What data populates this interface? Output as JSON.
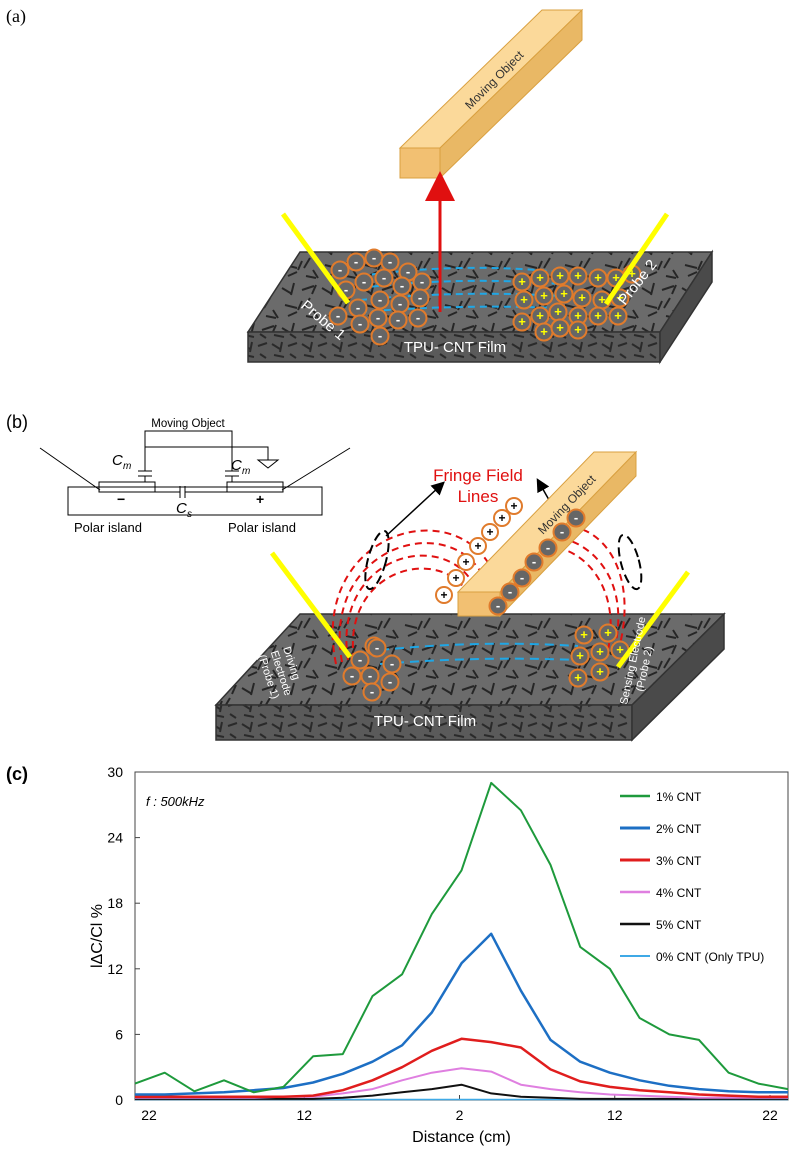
{
  "panel_a": {
    "label": "(a)",
    "moving_object": "Moving Object",
    "probe1": "Probe 1",
    "probe2": "Probe 2",
    "film": "TPU- CNT Film"
  },
  "panel_b": {
    "label": "(b)",
    "circuit": {
      "moving_object": "Moving Object",
      "cm_left": "C",
      "cm_sub": "m",
      "cm_right": "C",
      "cs": "C",
      "cs_sub": "s",
      "minus": "−",
      "plus": "+",
      "polar_left": "Polar island",
      "polar_right": "Polar island"
    },
    "fringe_line1": "Fringe Field",
    "fringe_line2": "Lines",
    "moving_object": "Moving Object",
    "driving_electrode": [
      "Driving",
      "Electrode",
      "(Probe 1)"
    ],
    "sensing_electrode": [
      "Sensing Electrode",
      "(Probe 2)"
    ],
    "film": "TPU- CNT Film"
  },
  "panel_c": {
    "label": "(c)",
    "annotation": "f : 500kHz"
  },
  "colors": {
    "film": "#5c5c5c",
    "object": "#f5c77e",
    "probe": "#ffff00",
    "fringe": "#e01010",
    "field_dash": "#1fa7e6",
    "charge_ring": "#e07b2c"
  },
  "chart_data": {
    "type": "line",
    "xlabel": "Distance (cm)",
    "ylabel": "lΔC/Cl %",
    "ylim": [
      0,
      30
    ],
    "yticks": [
      0,
      6,
      12,
      18,
      24,
      30
    ],
    "xticks": [
      "22",
      "12",
      "2",
      "12",
      "22"
    ],
    "x": [
      -22,
      -20,
      -18,
      -16,
      -14,
      -12,
      -10,
      -8,
      -6,
      -4,
      -2,
      0,
      2,
      4,
      6,
      8,
      10,
      12,
      14,
      16,
      18,
      20,
      22
    ],
    "series": [
      {
        "name": "1% CNT",
        "color": "#1e9a3c",
        "width": 2,
        "values": [
          1.5,
          2.5,
          0.8,
          1.8,
          0.7,
          1.2,
          4.0,
          4.2,
          9.5,
          11.5,
          17.0,
          21.0,
          29.0,
          26.5,
          21.5,
          14.0,
          12.0,
          7.5,
          6.0,
          5.5,
          2.5,
          1.5,
          1.0
        ]
      },
      {
        "name": "2% CNT",
        "color": "#1d6fc4",
        "width": 2.5,
        "values": [
          0.5,
          0.5,
          0.6,
          0.7,
          0.9,
          1.1,
          1.6,
          2.4,
          3.5,
          5.0,
          8.0,
          12.5,
          15.2,
          10.0,
          5.5,
          3.5,
          2.5,
          1.8,
          1.3,
          1.0,
          0.8,
          0.7,
          0.7
        ]
      },
      {
        "name": "3% CNT",
        "color": "#e01d1d",
        "width": 2.5,
        "values": [
          0.3,
          0.3,
          0.3,
          0.3,
          0.3,
          0.3,
          0.4,
          0.9,
          1.8,
          3.0,
          4.5,
          5.6,
          5.3,
          4.8,
          2.8,
          1.7,
          1.2,
          0.9,
          0.7,
          0.5,
          0.4,
          0.3,
          0.3
        ]
      },
      {
        "name": "4% CNT",
        "color": "#df7fe0",
        "width": 2,
        "values": [
          0.2,
          0.2,
          0.2,
          0.2,
          0.2,
          0.3,
          0.3,
          0.6,
          1.0,
          1.8,
          2.5,
          2.9,
          2.6,
          1.4,
          1.0,
          0.7,
          0.5,
          0.4,
          0.3,
          0.2,
          0.2,
          0.2,
          0.2
        ]
      },
      {
        "name": "5% CNT",
        "color": "#111111",
        "width": 2,
        "values": [
          0.1,
          0.1,
          0.1,
          0.1,
          0.1,
          0.1,
          0.1,
          0.2,
          0.4,
          0.7,
          1.0,
          1.4,
          0.6,
          0.3,
          0.2,
          0.1,
          0.1,
          0.1,
          0.1,
          0.1,
          0.1,
          0.1,
          0.1
        ]
      },
      {
        "name": "0% CNT (Only TPU)",
        "color": "#3fa9e6",
        "width": 1.5,
        "values": [
          0.05,
          0.05,
          0.05,
          0.05,
          0.05,
          0.05,
          0.05,
          0.05,
          0.05,
          0.05,
          0.05,
          0.05,
          0.05,
          0.05,
          0.05,
          0.05,
          0.05,
          0.05,
          0.05,
          0.05,
          0.05,
          0.05,
          0.05
        ]
      }
    ]
  }
}
